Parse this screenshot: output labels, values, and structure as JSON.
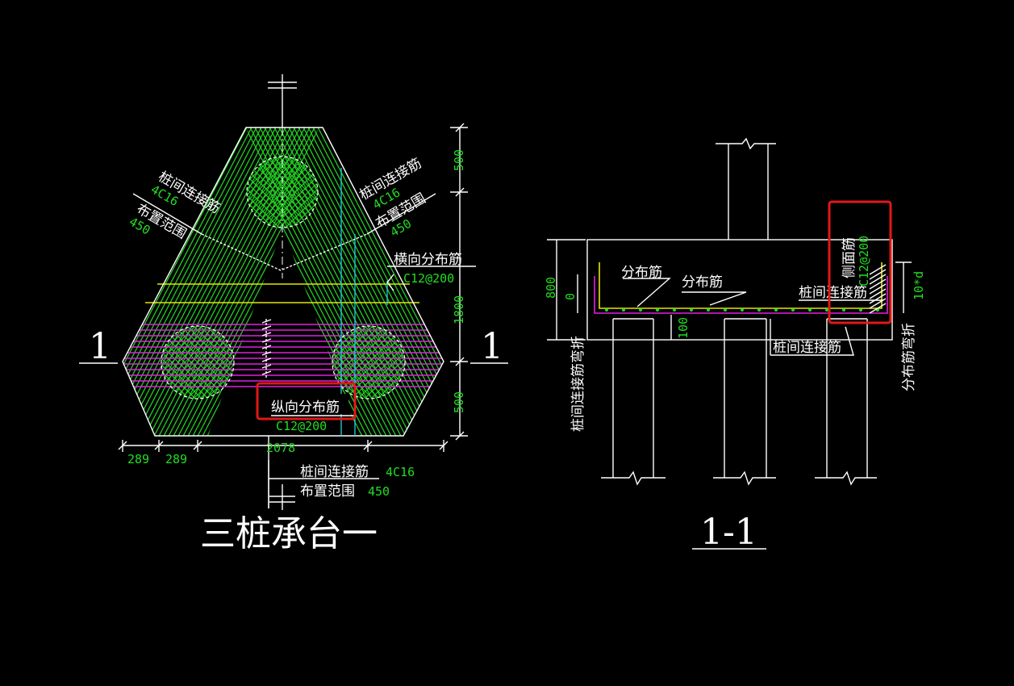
{
  "colors": {
    "background": "#000000",
    "outline": "#ffffff",
    "rebar_green": "#22cc22",
    "rebar_yellow": "#e6e600",
    "rebar_magenta": "#e020e0",
    "axis_cyan": "#20d0e0",
    "highlight_red": "#e01818"
  },
  "plan": {
    "title": "三桩承台一",
    "section_mark_left": "1",
    "section_mark_right": "1",
    "label_ul_main": "桩间连接筋",
    "label_ul_qty": "4C16",
    "label_ul_range": "布置范围",
    "label_ul_range_val": "450",
    "label_ur_main": "桩间连接筋",
    "label_ur_qty": "4C16",
    "label_ur_range": "布置范围",
    "label_ur_range_val": "450",
    "label_transverse": "横向分布筋",
    "label_transverse_spec": "C12@200",
    "label_longitudinal": "纵向分布筋",
    "label_longitudinal_spec": "C12@200",
    "label_bottom_main": "桩间连接筋",
    "label_bottom_qty": "4C16",
    "label_bottom_range": "布置范围",
    "label_bottom_range_val": "450",
    "dim_right_top": "500",
    "dim_right_mid": "1800",
    "dim_right_bottom": "500",
    "dim_bottom_a": "289",
    "dim_bottom_b": "289",
    "dim_bottom_total": "2078"
  },
  "section": {
    "title": "1-1",
    "label_dist1": "分布筋",
    "label_dist2": "分布筋",
    "label_side": "侧面筋",
    "label_side_spec": "C12@200",
    "label_pile_conn": "桩间连接筋",
    "label_pile_conn_bottom": "桩间连接筋",
    "label_pile_bend": "桩间连接筋弯折",
    "label_dist_bend": "分布筋弯折",
    "dim_800": "800",
    "dim_0": "0",
    "dim_100": "100",
    "dim_10d": "10*d"
  }
}
